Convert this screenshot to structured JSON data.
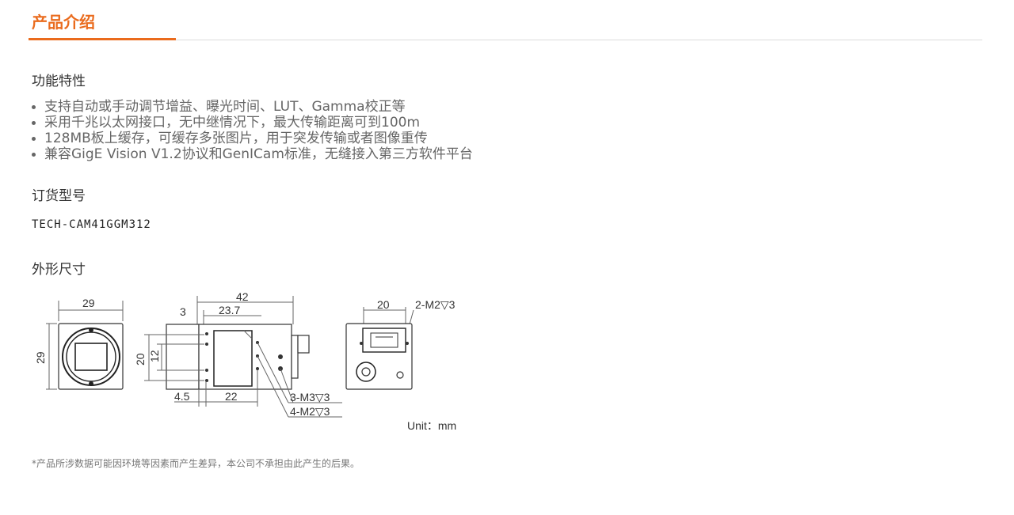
{
  "header": {
    "tab_title": "产品介绍"
  },
  "features_section": {
    "title": "功能特性",
    "items": [
      "支持自动或手动调节增益、曝光时间、LUT、Gamma校正等",
      "采用千兆以太网接口，无中继情况下，最大传输距离可到100m",
      "128MB板上缓存，可缓存多张图片，用于突发传输或者图像重传",
      "兼容GigE Vision V1.2协议和GenICam标准，无缝接入第三方软件平台"
    ]
  },
  "order_section": {
    "title": "订货型号",
    "model": "TECH-CAM41GGM312"
  },
  "dimensions_section": {
    "title": "外形尺寸",
    "front_width": "29",
    "front_height": "29",
    "side_length": "42",
    "side_offset": "3",
    "side_inner": "23.7",
    "side_height_outer": "20",
    "side_height_inner": "12",
    "side_bottom_left": "4.5",
    "side_bottom_span": "22",
    "side_callout_1": "3-M3▽3",
    "side_callout_2": "4-M2▽3",
    "rear_width": "20",
    "rear_callout": "2-M2▽3",
    "unit_label": "Unit：mm"
  },
  "footnote": "*产品所涉数据可能因环境等因素而产生差异，本公司不承担由此产生的后果。",
  "colors": {
    "accent": "#ea6b1d",
    "text": "#333333",
    "muted": "#666666"
  }
}
